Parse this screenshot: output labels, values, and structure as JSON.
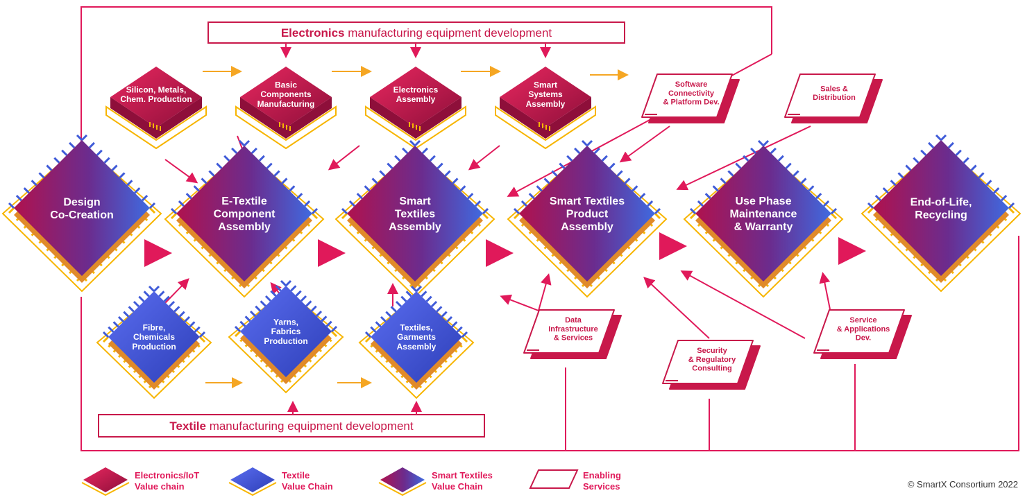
{
  "banners": {
    "electronics": {
      "bold": "Electronics",
      "rest": " manufacturing equipment development"
    },
    "textile": {
      "bold": "Textile",
      "rest": " manufacturing equipment development"
    }
  },
  "electronics_chain": [
    [
      "Silicon, Metals,",
      "Chem. Production"
    ],
    [
      "Basic",
      "Components",
      "Manufacturing"
    ],
    [
      "Electronics",
      "Assembly"
    ],
    [
      "Smart",
      "Systems",
      "Assembly"
    ]
  ],
  "main_chain": [
    [
      "Design",
      "Co-Creation"
    ],
    [
      "E-Textile",
      "Component",
      "Assembly"
    ],
    [
      "Smart",
      "Textiles",
      "Assembly"
    ],
    [
      "Smart Textiles",
      "Product",
      "Assembly"
    ],
    [
      "Use Phase",
      "Maintenance",
      "& Warranty"
    ],
    [
      "End-of-Life,",
      "Recycling"
    ]
  ],
  "textile_chain": [
    [
      "Fibre,",
      "Chemicals",
      "Production"
    ],
    [
      "Yarns,",
      "Fabrics",
      "Production"
    ],
    [
      "Textiles,",
      "Garments",
      "Assembly"
    ]
  ],
  "services": [
    [
      "Software",
      "Connectivity",
      "& Platform Dev."
    ],
    [
      "Sales &",
      "Distribution"
    ],
    [
      "Data",
      "Infrastructure",
      "& Services"
    ],
    [
      "Security",
      "& Regulatory",
      "Consulting"
    ],
    [
      "Service",
      "& Applications",
      "Dev."
    ]
  ],
  "legend": [
    [
      "Electronics/IoT",
      "Value chain"
    ],
    [
      "Textile",
      "Value Chain"
    ],
    [
      "Smart Textiles",
      "Value Chain"
    ],
    [
      "Enabling",
      "Services"
    ]
  ],
  "credit": "© SmartX Consortium 2022",
  "colors": {
    "red": "#c8184a",
    "arrow": "#e0195a",
    "orange": "#f5a623",
    "blue": "#3f5bd8",
    "gold": "#f7b500"
  }
}
